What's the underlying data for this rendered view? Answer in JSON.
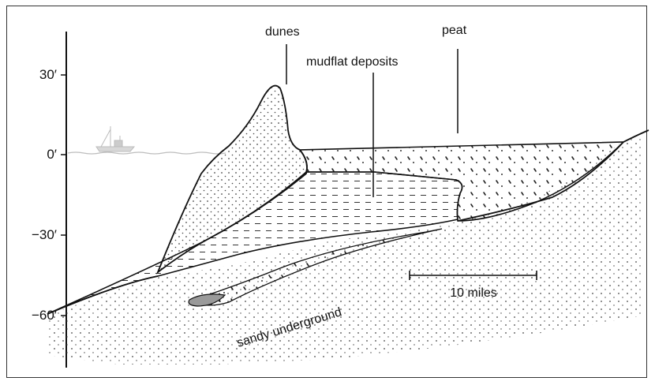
{
  "axis": {
    "ticks": [
      "30′",
      "0′",
      "−30′",
      "−60′"
    ]
  },
  "labels": {
    "dunes": "dunes",
    "peat": "peat",
    "mudflat": "mudflat deposits",
    "sandy": "sandy underground"
  },
  "scale_bar": {
    "label": "10 miles"
  },
  "colors": {
    "ink": "#111111",
    "sand_dot": "#555555",
    "sea_line": "#bbbbbb",
    "lens_fill": "#9a9a9a"
  }
}
